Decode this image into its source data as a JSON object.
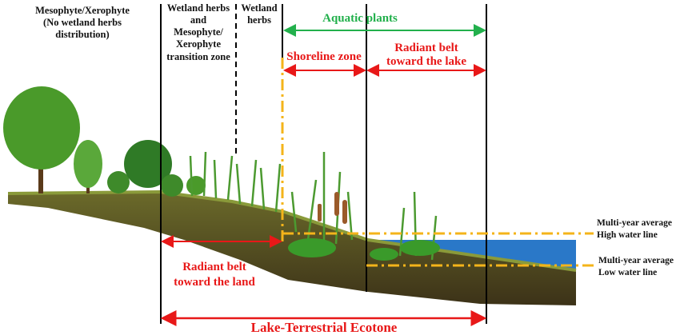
{
  "zones": {
    "mesophyte": [
      "Mesophyte/Xerophyte",
      "(No wetland herbs",
      "distribution)"
    ],
    "transition": [
      "Wetland herbs",
      "and",
      "Mesophyte/",
      "Xerophyte",
      "transition zone"
    ],
    "wetland": [
      "Wetland",
      "herbs"
    ],
    "aquatic": "Aquatic plants",
    "shoreline": "Shoreline zone",
    "radiant_lake": [
      "Radiant belt",
      "toward the lake"
    ],
    "radiant_land": [
      "Radiant belt",
      "toward the land"
    ],
    "ecotone": "Lake-Terrestrial Ecotone"
  },
  "water_lines": {
    "high": [
      "Multi-year average",
      "High water line"
    ],
    "low": [
      "Multi-year average",
      "Low water line"
    ]
  },
  "colors": {
    "red": "#e81818",
    "green": "#22b04c",
    "water": "#2a78c8",
    "dash": "#f4b41a"
  }
}
